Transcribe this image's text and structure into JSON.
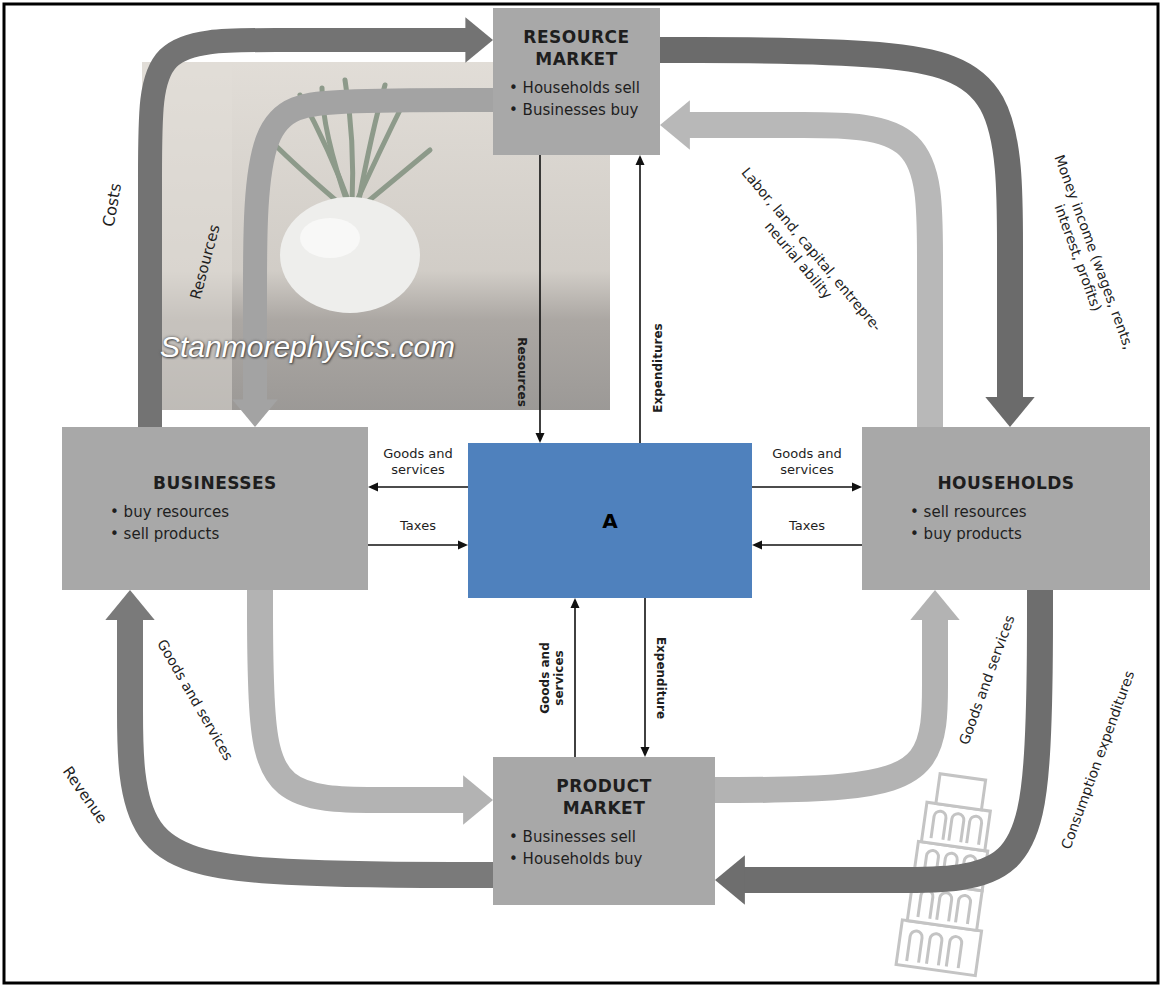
{
  "diagram": {
    "nodes": [
      {
        "text": [
          "RESOURCE MARKET",
          "• Households sell",
          "• Businesses buy"
        ]
      },
      {
        "text": [
          "BUSINESSES",
          "• buy resources",
          "• sell products"
        ]
      },
      {
        "text": [
          "A"
        ]
      },
      {
        "text": [
          "HOUSEHOLDS",
          "• sell resources",
          "• buy products"
        ]
      },
      {
        "text": [
          "PRODUCT MARKET",
          "• Businesses sell",
          "• Households buy"
        ]
      }
    ],
    "edges": [
      {
        "from": 1,
        "to": 0,
        "label": "Costs",
        "arrow": "to"
      },
      {
        "from": 0,
        "to": 1,
        "label": "Resources",
        "arrow": "to"
      },
      {
        "from": 0,
        "to": 3,
        "label": "Money income (wages, rents, interest, profits)",
        "arrow": "to"
      },
      {
        "from": 3,
        "to": 0,
        "label": "Labor, land, capital, entrepre- neurial ability",
        "arrow": "to"
      },
      {
        "from": 0,
        "to": 2,
        "label": "Resources",
        "arrow": "to"
      },
      {
        "from": 2,
        "to": 0,
        "label": "Expenditures",
        "arrow": "to"
      },
      {
        "from": 2,
        "to": 1,
        "label": "Goods and services",
        "arrow": "to"
      },
      {
        "from": 1,
        "to": 2,
        "label": "Taxes",
        "arrow": "to"
      },
      {
        "from": 2,
        "to": 3,
        "label": "Goods and services",
        "arrow": "to"
      },
      {
        "from": 3,
        "to": 2,
        "label": "Taxes",
        "arrow": "to"
      },
      {
        "from": 2,
        "to": 4,
        "label": "Expenditure",
        "arrow": "to"
      },
      {
        "from": 4,
        "to": 2,
        "label": "Goods and services",
        "arrow": "to"
      },
      {
        "from": 1,
        "to": 4,
        "label": "Goods and services",
        "arrow": "to"
      },
      {
        "from": 4,
        "to": 1,
        "label": "Revenue",
        "arrow": "to"
      },
      {
        "from": 4,
        "to": 3,
        "label": "Goods and services",
        "arrow": "to"
      },
      {
        "from": 3,
        "to": 4,
        "label": "Consumption expenditures",
        "arrow": "to"
      }
    ],
    "labels": [
      "Stanmorephysics.com"
    ]
  }
}
